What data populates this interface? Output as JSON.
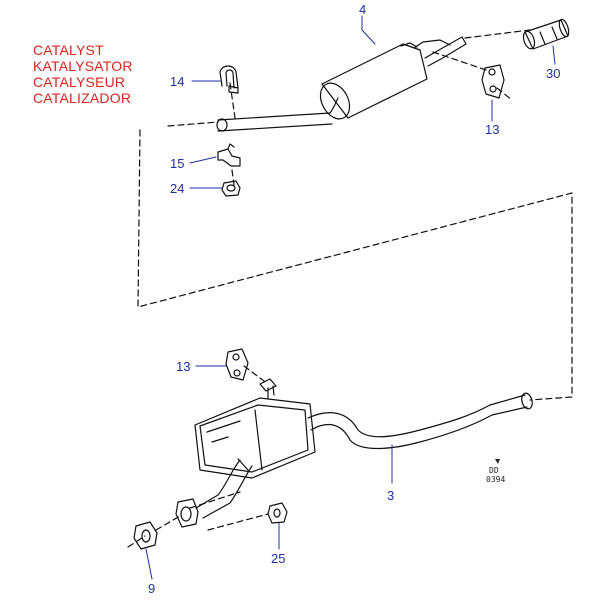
{
  "legend": {
    "lines": [
      "CATALYST",
      "KATALYSATOR",
      "CATALYSEUR",
      "CATALIZADOR"
    ],
    "color": "#d7261e"
  },
  "callouts": [
    {
      "id": "part-4",
      "label": "4"
    },
    {
      "id": "part-30",
      "label": "30"
    },
    {
      "id": "part-14",
      "label": "14"
    },
    {
      "id": "part-13-top",
      "label": "13"
    },
    {
      "id": "part-15",
      "label": "15"
    },
    {
      "id": "part-24",
      "label": "24"
    },
    {
      "id": "part-13-lower",
      "label": "13"
    },
    {
      "id": "part-3",
      "label": "3"
    },
    {
      "id": "part-25",
      "label": "25"
    },
    {
      "id": "part-9",
      "label": "9"
    }
  ],
  "diagram_code": {
    "line1": "DD",
    "line2": "0394"
  },
  "colors": {
    "callout": "#1f2fa0",
    "linework": "#111111"
  }
}
